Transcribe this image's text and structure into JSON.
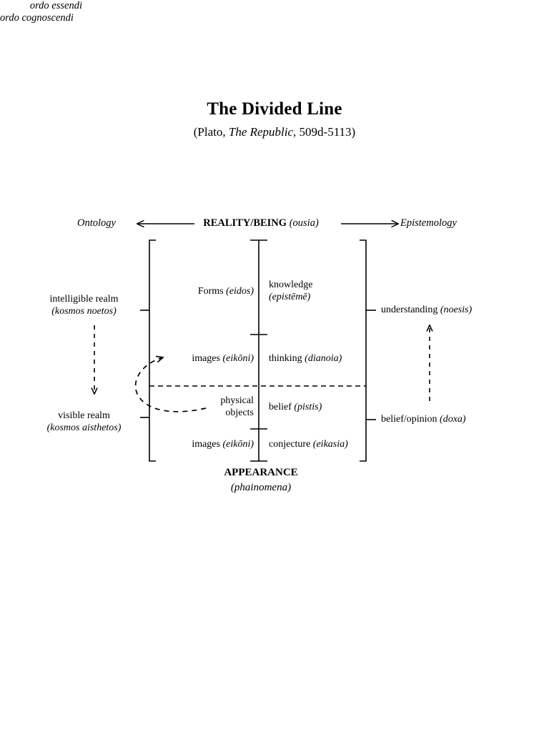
{
  "title": "The Divided Line",
  "subtitle": {
    "prefix": "(Plato, ",
    "work": "The Republic",
    "suffix": ", 509d-5113)"
  },
  "header": {
    "left": "Ontology",
    "center_bold": "REALITY/BEING",
    "center_italic": "(ousia)",
    "right": "Epistemology",
    "left_arrow": "left-arrow",
    "right_arrow": "right-arrow"
  },
  "realms": {
    "intelligible": {
      "line1": "intelligible realm",
      "line2": "(kosmos noetos)"
    },
    "visible": {
      "line1": "visible realm",
      "line2": "(kosmos aisthetos)"
    }
  },
  "epistemic_states": {
    "upper": {
      "label": "understanding ",
      "greek": "(noesis)"
    },
    "lower": {
      "label": "belief/opinion ",
      "greek": "(doxa)"
    }
  },
  "orders": {
    "essendi": "ordo essendi",
    "cognoscendi": "ordo cognoscendi"
  },
  "segments": [
    {
      "id": "forms",
      "ontology": "Forms ",
      "ontology_greek": "(eidos)",
      "epistemology": "knowledge",
      "epistemology_greek": "(epistēmē)"
    },
    {
      "id": "images-upper",
      "ontology": "images ",
      "ontology_greek": "(eikōni)",
      "epistemology": "thinking ",
      "epistemology_greek": "(dianoia)"
    },
    {
      "id": "physical-objects",
      "ontology_line1": "physical",
      "ontology_line2": "objects",
      "epistemology": "belief ",
      "epistemology_greek": "(pistis)"
    },
    {
      "id": "images-lower",
      "ontology": "images ",
      "ontology_greek": "(eikōni)",
      "epistemology": "conjecture ",
      "epistemology_greek": "(eikasia)"
    }
  ],
  "footer": {
    "appearance": "APPEARANCE",
    "phainomena": "(phainomena)"
  },
  "colors": {
    "ink": "#000000",
    "background": "#ffffff"
  }
}
